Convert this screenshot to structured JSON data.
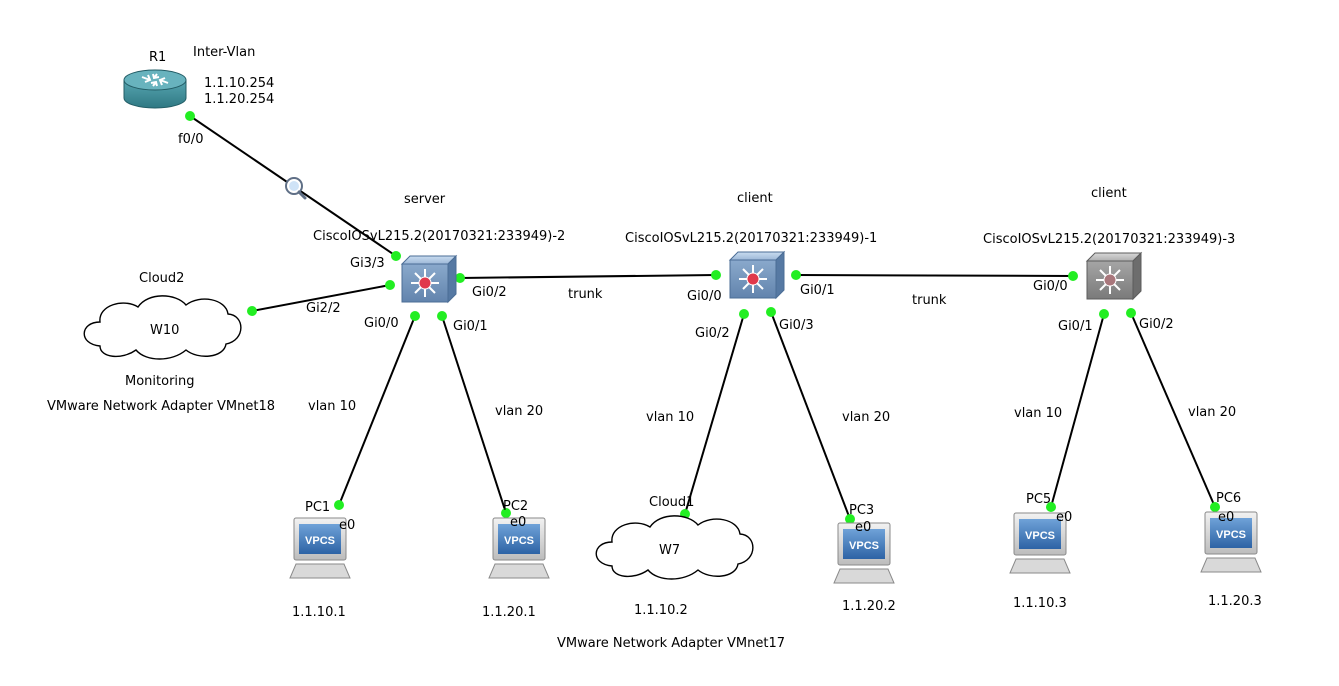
{
  "colors": {
    "port_dot": "#22ee22",
    "link": "#000000",
    "switch_body": "#7f9fc4",
    "switch_body_grey": "#8a8a8a",
    "router_body": "#3f8f9a",
    "vpcs_screen": "#3a6fb0",
    "cloud_fill": "#ffffff"
  },
  "router": {
    "name": "R1",
    "note": "Inter-Vlan",
    "ip1": "1.1.10.254",
    "ip2": "1.1.20.254",
    "port": "f0/0",
    "icon": "router-icon"
  },
  "switches": [
    {
      "role": "server",
      "name": "CiscoIOSvL215.2(20170321:233949)-2",
      "icon": "multilayer-switch-icon",
      "ports": [
        "Gi3/3",
        "Gi2/2",
        "Gi0/2",
        "Gi0/0",
        "Gi0/1"
      ]
    },
    {
      "role": "client",
      "name": "CiscoIOSvL215.2(20170321:233949)-1",
      "icon": "multilayer-switch-icon",
      "ports": [
        "Gi0/0",
        "Gi0/1",
        "Gi0/2",
        "Gi0/3"
      ]
    },
    {
      "role": "client",
      "name": "CiscoIOSvL215.2(20170321:233949)-3",
      "icon": "multilayer-switch-icon",
      "ports": [
        "Gi0/0",
        "Gi0/1",
        "Gi0/2"
      ]
    }
  ],
  "clouds": [
    {
      "name": "Cloud2",
      "label": "W10",
      "note": "Monitoring",
      "adapter": "VMware Network Adapter VMnet18"
    },
    {
      "name": "Cloud1",
      "label": "W7",
      "adapter": "VMware Network Adapter VMnet17"
    }
  ],
  "pcs": [
    {
      "name": "PC1",
      "port": "e0",
      "ip": "1.1.10.1",
      "screen": "VPCS",
      "vlan": "vlan 10"
    },
    {
      "name": "PC2",
      "port": "e0",
      "ip": "1.1.20.1",
      "screen": "VPCS",
      "vlan": "vlan 20"
    },
    {
      "name": "PC3",
      "port": "e0",
      "ip": "1.1.20.2",
      "screen": "VPCS",
      "vlan": "vlan 20"
    },
    {
      "name": "PC5",
      "port": "e0",
      "ip": "1.1.10.3",
      "screen": "VPCS",
      "vlan": "vlan 10"
    },
    {
      "name": "PC6",
      "port": "e0",
      "ip": "1.1.20.3",
      "screen": "VPCS",
      "vlan": "vlan 20"
    }
  ],
  "cloud1_ip": "1.1.10.2",
  "cloud1_vlan": "vlan 10",
  "links": {
    "trunk1": "trunk",
    "trunk2": "trunk"
  },
  "capture_icon": "magnifier-icon"
}
